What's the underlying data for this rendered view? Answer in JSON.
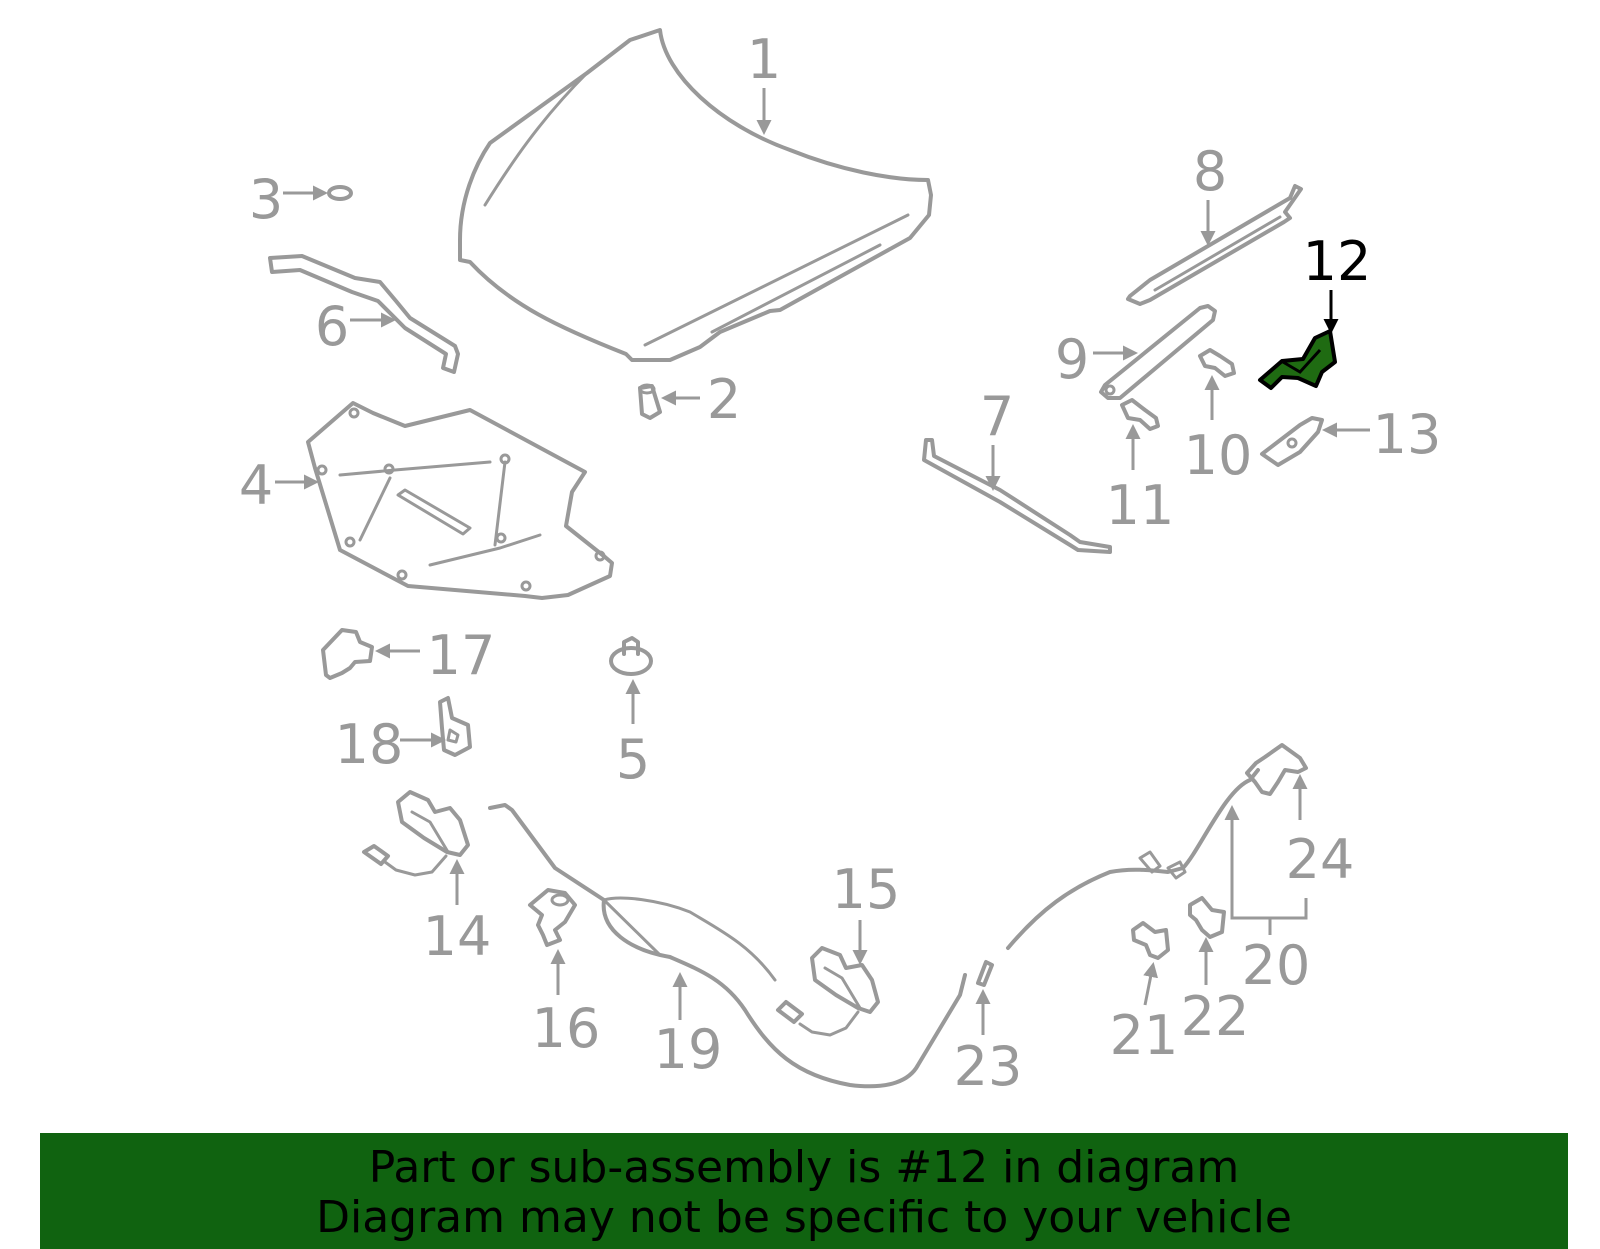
{
  "diagram": {
    "highlighted_part": "12",
    "colors": {
      "line": "#999999",
      "highlight_fill": "#1f6b12",
      "highlight_label": "#000000",
      "banner_background": "#106310"
    },
    "callouts": [
      {
        "id": "1",
        "label": "1"
      },
      {
        "id": "2",
        "label": "2"
      },
      {
        "id": "3",
        "label": "3"
      },
      {
        "id": "4",
        "label": "4"
      },
      {
        "id": "5",
        "label": "5"
      },
      {
        "id": "6",
        "label": "6"
      },
      {
        "id": "7",
        "label": "7"
      },
      {
        "id": "8",
        "label": "8"
      },
      {
        "id": "9",
        "label": "9"
      },
      {
        "id": "10",
        "label": "10"
      },
      {
        "id": "11",
        "label": "11"
      },
      {
        "id": "12",
        "label": "12"
      },
      {
        "id": "13",
        "label": "13"
      },
      {
        "id": "14",
        "label": "14"
      },
      {
        "id": "15",
        "label": "15"
      },
      {
        "id": "16",
        "label": "16"
      },
      {
        "id": "17",
        "label": "17"
      },
      {
        "id": "18",
        "label": "18"
      },
      {
        "id": "19",
        "label": "19"
      },
      {
        "id": "20",
        "label": "20"
      },
      {
        "id": "21",
        "label": "21"
      },
      {
        "id": "22",
        "label": "22"
      },
      {
        "id": "23",
        "label": "23"
      },
      {
        "id": "24",
        "label": "24"
      }
    ]
  },
  "banner": {
    "line1": "Part or sub-assembly is #12 in diagram",
    "line2": "Diagram may not be specific to your vehicle"
  }
}
